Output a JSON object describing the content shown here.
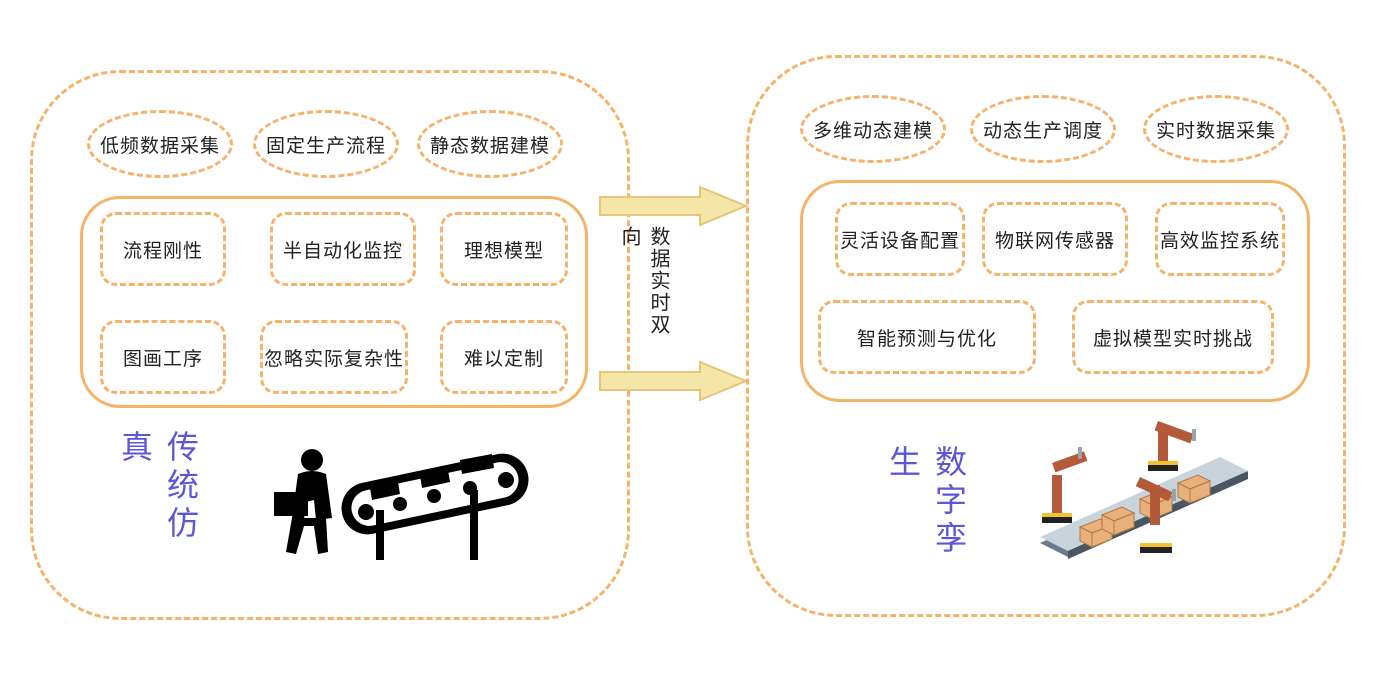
{
  "traditional": {
    "title": "传统仿真",
    "ovals": [
      "低频数据采集",
      "固定生产流程",
      "静态数据建模"
    ],
    "boxes": [
      "流程刚性",
      "半自动化监控",
      "理想模型",
      "图画工序",
      "忽略实际复杂性",
      "难以定制"
    ]
  },
  "center": {
    "label": "数据实时双向"
  },
  "digital": {
    "title": "数字孪生",
    "ovals": [
      "多维动态建模",
      "动态生产调度",
      "实时数据采集"
    ],
    "boxes": [
      "灵活设备配置",
      "物联网传感器",
      "高效监控系统",
      "智能预测与优化",
      "虚拟模型实时挑战"
    ]
  },
  "colors": {
    "accent": "#f5b36a",
    "title": "#5b57d6",
    "arrow": "#f3e6a6"
  }
}
